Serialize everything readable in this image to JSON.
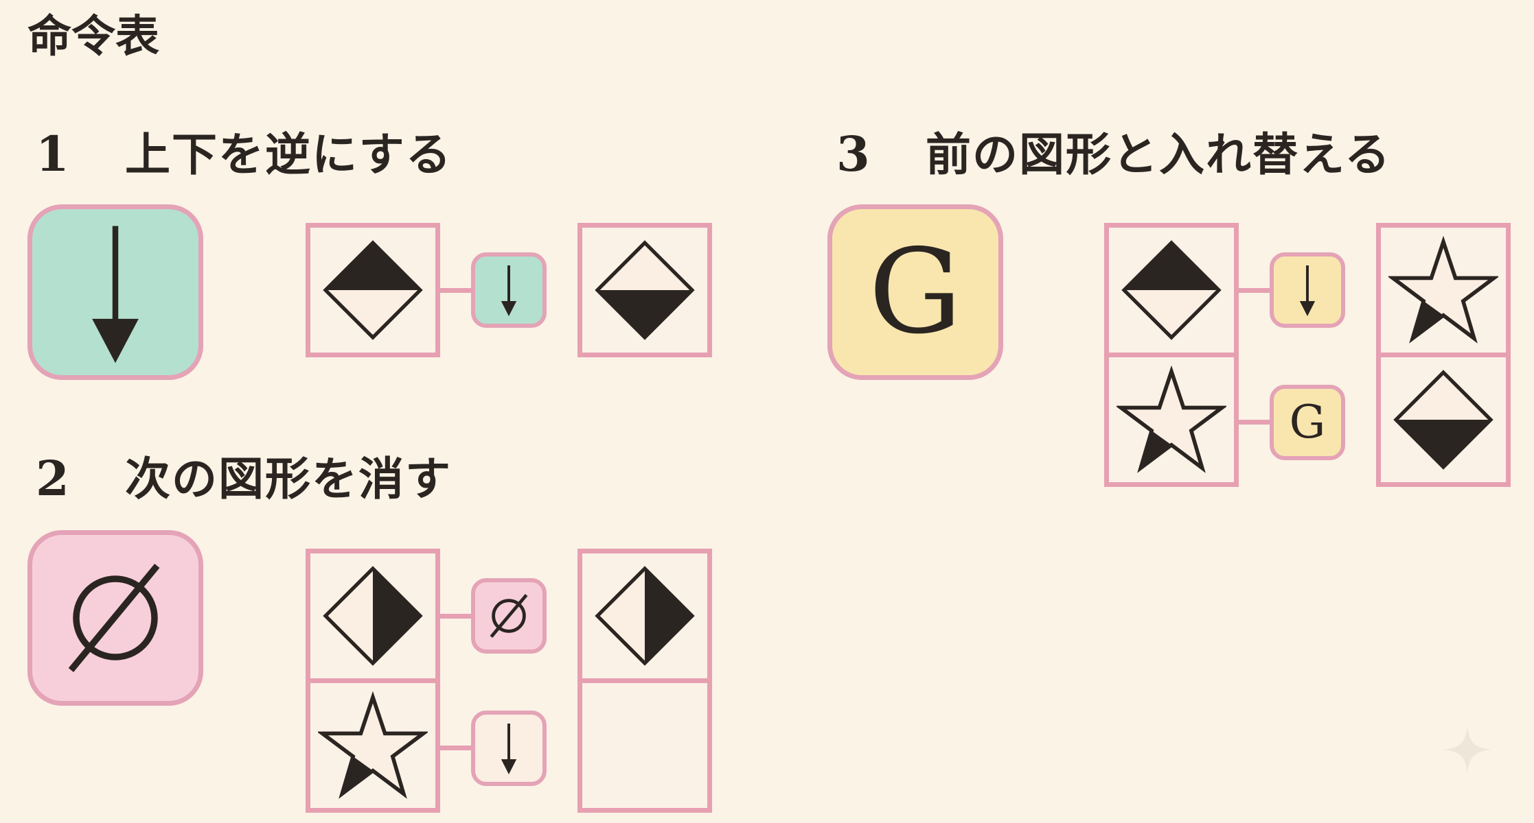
{
  "title": "命令表",
  "colors": {
    "background": "#faf3e6",
    "border_pink": "#e6a0b2",
    "cmd_green": "#b4e0cf",
    "cmd_pink": "#f7cfdb",
    "cmd_yellow": "#f8e6ae",
    "shape_fill_light": "#fbeee3",
    "shape_fill_dark": "#2b2522"
  },
  "sections": [
    {
      "number": "1",
      "label": "上下を逆にする",
      "command_icon": "down-arrow-icon",
      "example": {
        "inputs": [
          "diamond-dark-top"
        ],
        "commands": [
          "down-arrow-icon"
        ],
        "outputs": [
          "diamond-dark-bottom"
        ]
      }
    },
    {
      "number": "2",
      "label": "次の図形を消す",
      "command_icon": "empty-set-icon",
      "example": {
        "inputs": [
          "diamond-dark-right",
          "star-dark-bottom-left"
        ],
        "commands": [
          "empty-set-icon",
          "down-arrow-icon"
        ],
        "outputs": [
          "diamond-dark-right",
          "empty"
        ]
      }
    },
    {
      "number": "3",
      "label": "前の図形と入れ替える",
      "command_icon": "letter-g-icon",
      "command_letter": "G",
      "example": {
        "inputs": [
          "diamond-dark-top",
          "star-dark-bottom-left"
        ],
        "commands": [
          "down-arrow-icon",
          "letter-g-icon"
        ],
        "outputs": [
          "star-dark-bottom-left",
          "diamond-dark-bottom"
        ]
      }
    }
  ],
  "watermark_icon": "sparkle-icon"
}
